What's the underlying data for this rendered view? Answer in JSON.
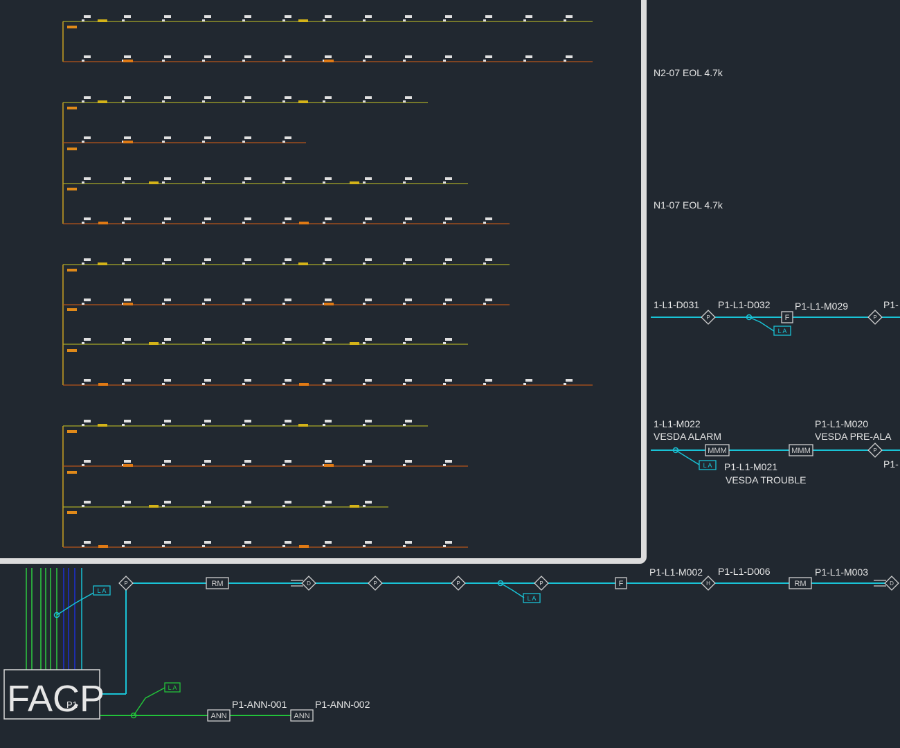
{
  "labels": {
    "eol_2": "N2-07 EOL 4.7k",
    "eol_1": "N1-07 EOL 4.7k",
    "d031": "1-L1-D031",
    "d032": "P1-L1-D032",
    "m029": "P1-L1-M029",
    "p1_cut_a": "P1-",
    "m022": "1-L1-M022",
    "vesda_alarm": "VESDA ALARM",
    "m020": "P1-L1-M020",
    "vesda_pre": "VESDA PRE-ALA",
    "m021": "P1-L1-M021",
    "vesda_trouble": "VESDA TROUBLE",
    "p1_cut_b": "P1-",
    "m002": "P1-L1-M002",
    "d006": "P1-L1-D006",
    "m003": "P1-L1-M003",
    "ann1": "P1-ANN-001",
    "ann2": "P1-ANN-002",
    "facp": "FACP",
    "facp_sub": "P1"
  },
  "symbols": {
    "rm": "RM",
    "mmm": "MMM",
    "ann": "ANN",
    "la": "L A",
    "f": "F",
    "p": "P",
    "d": "D",
    "h": "H"
  },
  "colors": {
    "background": "#212830",
    "loop": "#19c3d6",
    "annunciator": "#22c23a",
    "panel_border": "#dcdcdc",
    "branch_yellow": "#a8a826",
    "branch_orange": "#b8561a",
    "riser_green": "#2ecc40",
    "riser_blue": "#1c2fd6"
  }
}
